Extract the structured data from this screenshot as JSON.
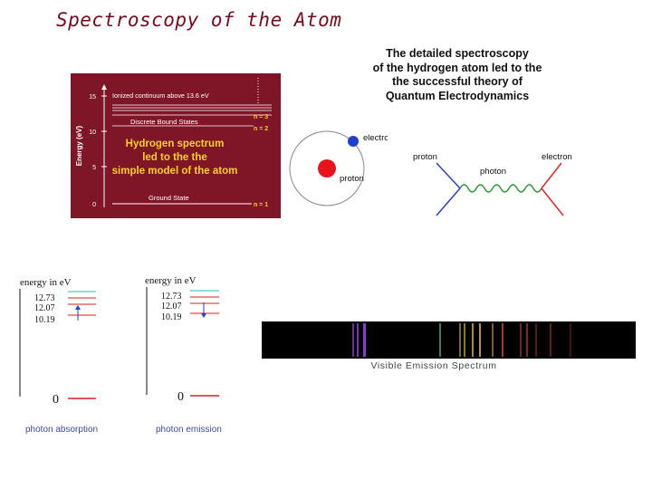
{
  "slide": {
    "title": "Spectroscopy of the Atom",
    "qed_text": [
      "The detailed spectroscopy",
      "of the hydrogen atom led to the",
      "the successful theory of",
      "Quantum Electrodynamics"
    ]
  },
  "energy_chart": {
    "y_label": "Energy (eV)",
    "ticks": [
      "15",
      "10",
      "5",
      "0"
    ],
    "continuum_label": "Ionized continuum above 13.6 eV",
    "bound_label": "Discrete Bound States",
    "caption": [
      "Hydrogen spectrum",
      "led to the the",
      "simple model of the atom"
    ],
    "ground_label": "Ground State",
    "levels": [
      "n = 3",
      "n = 2",
      "n = 1"
    ]
  },
  "atom": {
    "electron_label": "electron",
    "proton_label": "proton",
    "electron_color": "#1f3fd0",
    "proton_color": "#e8141a"
  },
  "feynman": {
    "proton_label": "proton",
    "photon_label": "photon",
    "electron_label": "electron",
    "proton_line_color": "#2a3ed8",
    "electron_line_color": "#e0242a",
    "photon_color": "#2e9a2e"
  },
  "absorption": {
    "title": "energy in eV",
    "levels": [
      "12.73",
      "12.07",
      "10.19",
      "0"
    ],
    "caption": "photon absorption"
  },
  "emission": {
    "title": "energy in eV",
    "levels": [
      "12.73",
      "12.07",
      "10.19",
      "0"
    ],
    "caption": "photon emission"
  },
  "spectrum": {
    "label": "Visible Emission Spectrum"
  }
}
